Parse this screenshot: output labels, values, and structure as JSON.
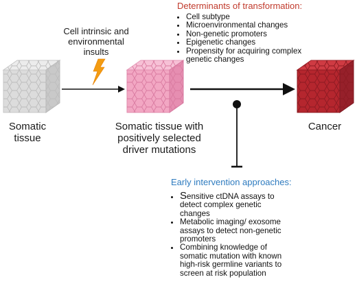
{
  "stages": {
    "somatic": {
      "label_line1": "Somatic",
      "label_line2": "tissue"
    },
    "selected": {
      "label_line1": "Somatic tissue with",
      "label_line2": "positively selected",
      "label_line3": "driver mutations"
    },
    "cancer": {
      "label": "Cancer"
    }
  },
  "insults": {
    "line1": "Cell intrinsic and",
    "line2": "environmental",
    "line3": "insults"
  },
  "determinants": {
    "title": "Determinants of transformation:",
    "items": [
      "Cell subtype",
      "Microenvironmental changes",
      "Non-genetic promoters",
      "Epigenetic changes",
      "Propensity for acquiring complex genetic changes"
    ]
  },
  "intervention": {
    "title": "Early intervention approaches:",
    "items": [
      {
        "first": "S",
        "rest": "ensitive ctDNA assays to detect complex genetic changes"
      },
      {
        "first": "",
        "rest": "Metabolic imaging/ exosome assays to detect non-genetic promoters"
      },
      {
        "first": "",
        "rest": "Combining knowledge of somatic mutation with known high-risk germline variants to screen at risk population"
      }
    ]
  },
  "colors": {
    "somatic_cube": "#d9d9d9",
    "selected_cube": "#f2a7c3",
    "cancer_cube": "#b5262e",
    "lightning": "#f39c12",
    "determinants_title": "#c0392b",
    "intervention_title": "#2e7bbf"
  }
}
